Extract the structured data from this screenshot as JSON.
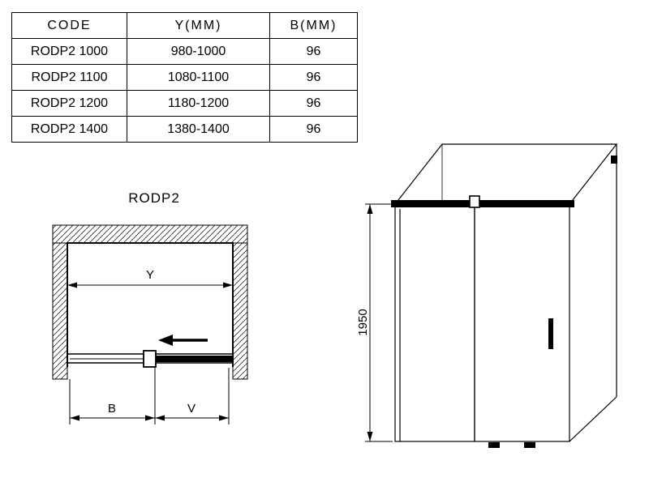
{
  "page": {
    "background_color": "#ffffff",
    "line_color": "#000000"
  },
  "table": {
    "headers": [
      "CODE",
      "Y(MM)",
      "B(MM)"
    ],
    "rows": [
      [
        "RODP2 1000",
        "980-1000",
        "96"
      ],
      [
        "RODP2 1100",
        "1080-1100",
        "96"
      ],
      [
        "RODP2 1200",
        "1180-1200",
        "96"
      ],
      [
        "RODP2 1400",
        "1380-1400",
        "96"
      ]
    ]
  },
  "plan_view": {
    "title": "RODP2",
    "width_label": "Y",
    "left_segment_label": "B",
    "right_segment_label": "V"
  },
  "perspective_view": {
    "height_label": "1950"
  }
}
